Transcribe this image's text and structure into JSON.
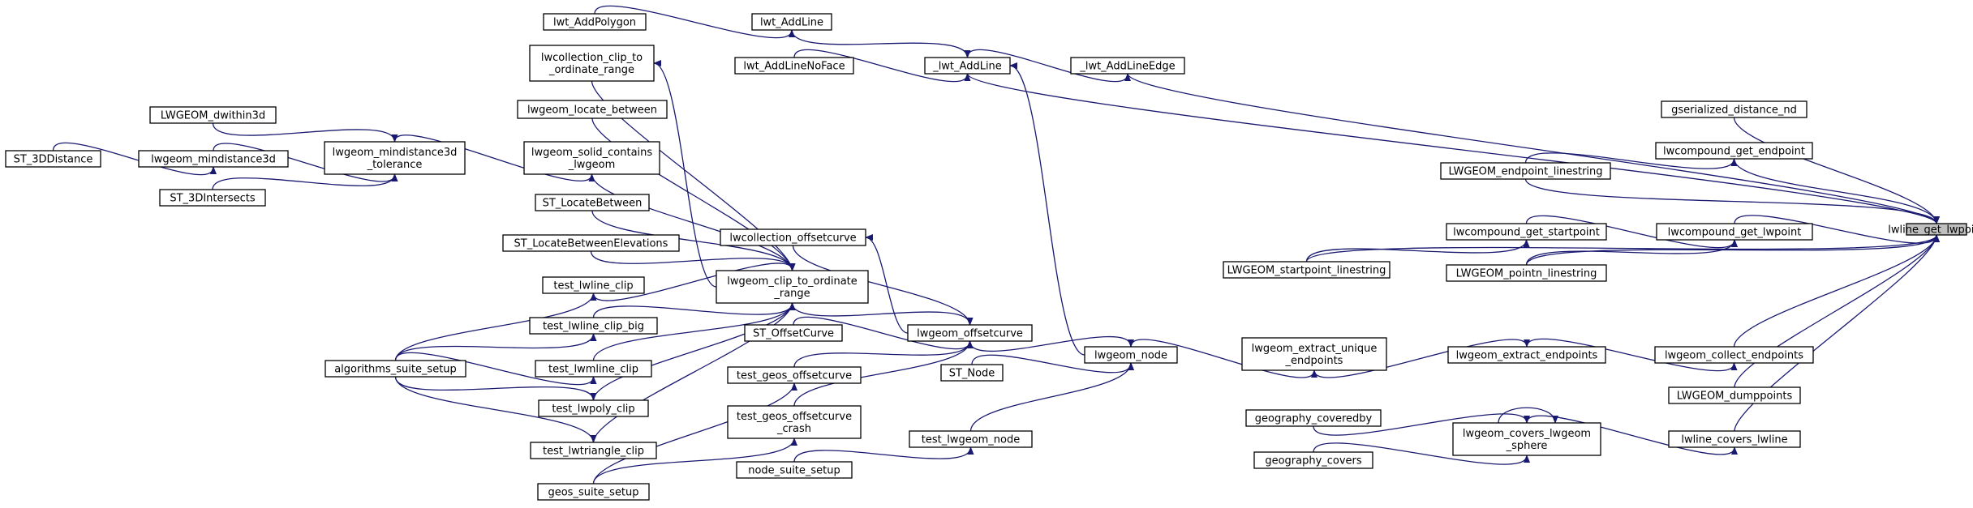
{
  "graph": {
    "title": "",
    "edge_color": "#191970",
    "node_border_color": "#000000",
    "target_fill": "#bfbfbf",
    "nodes": [
      {
        "id": "lwline_get_lwpoint",
        "lines": [
          "lwline_get_lwpoint"
        ],
        "target": true
      },
      {
        "id": "lwt_AddPolygon",
        "lines": [
          "lwt_AddPolygon"
        ]
      },
      {
        "id": "lwt_AddLine",
        "lines": [
          "lwt_AddLine"
        ]
      },
      {
        "id": "lwt_AddLineNoFace",
        "lines": [
          "lwt_AddLineNoFace"
        ]
      },
      {
        "id": "_lwt_AddLine",
        "lines": [
          "_lwt_AddLine"
        ]
      },
      {
        "id": "_lwt_AddLineEdge",
        "lines": [
          "_lwt_AddLineEdge"
        ]
      },
      {
        "id": "lwcollection_clip_to_ordinate_range",
        "lines": [
          "lwcollection_clip_to",
          "_ordinate_range"
        ]
      },
      {
        "id": "lwgeom_locate_between",
        "lines": [
          "lwgeom_locate_between"
        ]
      },
      {
        "id": "lwgeom_solid_contains_lwgeom",
        "lines": [
          "lwgeom_solid_contains",
          "_lwgeom"
        ]
      },
      {
        "id": "LWGEOM_dwithin3d",
        "lines": [
          "LWGEOM_dwithin3d"
        ]
      },
      {
        "id": "ST_3DDistance",
        "lines": [
          "ST_3DDistance"
        ]
      },
      {
        "id": "lwgeom_mindistance3d",
        "lines": [
          "lwgeom_mindistance3d"
        ]
      },
      {
        "id": "lwgeom_mindistance3d_tolerance",
        "lines": [
          "lwgeom_mindistance3d",
          "_tolerance"
        ]
      },
      {
        "id": "ST_3DIntersects",
        "lines": [
          "ST_3DIntersects"
        ]
      },
      {
        "id": "ST_LocateBetween",
        "lines": [
          "ST_LocateBetween"
        ]
      },
      {
        "id": "ST_LocateBetweenElevations",
        "lines": [
          "ST_LocateBetweenElevations"
        ]
      },
      {
        "id": "lwcollection_offsetcurve",
        "lines": [
          "lwcollection_offsetcurve"
        ]
      },
      {
        "id": "lwgeom_clip_to_ordinate_range",
        "lines": [
          "lwgeom_clip_to_ordinate",
          "_range"
        ]
      },
      {
        "id": "test_lwline_clip",
        "lines": [
          "test_lwline_clip"
        ]
      },
      {
        "id": "test_lwline_clip_big",
        "lines": [
          "test_lwline_clip_big"
        ]
      },
      {
        "id": "ST_OffsetCurve",
        "lines": [
          "ST_OffsetCurve"
        ]
      },
      {
        "id": "lwgeom_offsetcurve",
        "lines": [
          "lwgeom_offsetcurve"
        ]
      },
      {
        "id": "algorithms_suite_setup",
        "lines": [
          "algorithms_suite_setup"
        ]
      },
      {
        "id": "test_lwmline_clip",
        "lines": [
          "test_lwmline_clip"
        ]
      },
      {
        "id": "test_geos_offsetcurve",
        "lines": [
          "test_geos_offsetcurve"
        ]
      },
      {
        "id": "ST_Node",
        "lines": [
          "ST_Node"
        ]
      },
      {
        "id": "lwgeom_node",
        "lines": [
          "lwgeom_node"
        ]
      },
      {
        "id": "test_lwpoly_clip",
        "lines": [
          "test_lwpoly_clip"
        ]
      },
      {
        "id": "test_geos_offsetcurve_crash",
        "lines": [
          "test_geos_offsetcurve",
          "_crash"
        ]
      },
      {
        "id": "test_lwtriangle_clip",
        "lines": [
          "test_lwtriangle_clip"
        ]
      },
      {
        "id": "test_lwgeom_node",
        "lines": [
          "test_lwgeom_node"
        ]
      },
      {
        "id": "node_suite_setup",
        "lines": [
          "node_suite_setup"
        ]
      },
      {
        "id": "geos_suite_setup",
        "lines": [
          "geos_suite_setup"
        ]
      },
      {
        "id": "gserialized_distance_nd",
        "lines": [
          "gserialized_distance_nd"
        ]
      },
      {
        "id": "lwcompound_get_endpoint",
        "lines": [
          "lwcompound_get_endpoint"
        ]
      },
      {
        "id": "LWGEOM_endpoint_linestring",
        "lines": [
          "LWGEOM_endpoint_linestring"
        ]
      },
      {
        "id": "lwcompound_get_startpoint",
        "lines": [
          "lwcompound_get_startpoint"
        ]
      },
      {
        "id": "lwcompound_get_lwpoint",
        "lines": [
          "lwcompound_get_lwpoint"
        ]
      },
      {
        "id": "LWGEOM_startpoint_linestring",
        "lines": [
          "LWGEOM_startpoint_linestring"
        ]
      },
      {
        "id": "LWGEOM_pointn_linestring",
        "lines": [
          "LWGEOM_pointn_linestring"
        ]
      },
      {
        "id": "lwgeom_extract_unique_endpoints",
        "lines": [
          "lwgeom_extract_unique",
          "_endpoints"
        ]
      },
      {
        "id": "lwgeom_extract_endpoints",
        "lines": [
          "lwgeom_extract_endpoints"
        ]
      },
      {
        "id": "lwgeom_collect_endpoints",
        "lines": [
          "lwgeom_collect_endpoints"
        ]
      },
      {
        "id": "LWGEOM_dumppoints",
        "lines": [
          "LWGEOM_dumppoints"
        ]
      },
      {
        "id": "geography_coveredby",
        "lines": [
          "geography_coveredby"
        ]
      },
      {
        "id": "lwgeom_covers_lwgeom_sphere",
        "lines": [
          "lwgeom_covers_lwgeom",
          "_sphere"
        ]
      },
      {
        "id": "lwline_covers_lwline",
        "lines": [
          "lwline_covers_lwline"
        ]
      },
      {
        "id": "geography_covers",
        "lines": [
          "geography_covers"
        ]
      }
    ],
    "edges": [
      {
        "from": "lwt_AddPolygon",
        "to": "lwt_AddLine"
      },
      {
        "from": "lwt_AddLine",
        "to": "_lwt_AddLine"
      },
      {
        "from": "lwt_AddLineNoFace",
        "to": "_lwt_AddLine"
      },
      {
        "from": "_lwt_AddLine",
        "to": "_lwt_AddLineEdge"
      },
      {
        "from": "_lwt_AddLine",
        "to": "lwline_get_lwpoint"
      },
      {
        "from": "_lwt_AddLineEdge",
        "to": "lwline_get_lwpoint"
      },
      {
        "from": "lwgeom_node",
        "to": "_lwt_AddLine"
      },
      {
        "from": "LWGEOM_dwithin3d",
        "to": "lwgeom_mindistance3d_tolerance"
      },
      {
        "from": "ST_3DDistance",
        "to": "lwgeom_mindistance3d"
      },
      {
        "from": "lwgeom_mindistance3d",
        "to": "lwgeom_mindistance3d_tolerance"
      },
      {
        "from": "ST_3DIntersects",
        "to": "lwgeom_mindistance3d_tolerance"
      },
      {
        "from": "lwgeom_mindistance3d_tolerance",
        "to": "lwgeom_solid_contains_lwgeom"
      },
      {
        "from": "lwgeom_clip_to_ordinate_range",
        "to": "lwcollection_clip_to_ordinate_range"
      },
      {
        "from": "lwcollection_clip_to_ordinate_range",
        "to": "lwgeom_clip_to_ordinate_range"
      },
      {
        "from": "lwgeom_locate_between",
        "to": "lwgeom_clip_to_ordinate_range"
      },
      {
        "from": "lwgeom_solid_contains_lwgeom",
        "to": "lwgeom_clip_to_ordinate_range"
      },
      {
        "from": "ST_LocateBetween",
        "to": "lwgeom_clip_to_ordinate_range"
      },
      {
        "from": "ST_LocateBetweenElevations",
        "to": "lwgeom_clip_to_ordinate_range"
      },
      {
        "from": "test_lwline_clip",
        "to": "lwgeom_clip_to_ordinate_range"
      },
      {
        "from": "test_lwline_clip_big",
        "to": "lwgeom_clip_to_ordinate_range"
      },
      {
        "from": "test_lwmline_clip",
        "to": "lwgeom_clip_to_ordinate_range"
      },
      {
        "from": "test_lwpoly_clip",
        "to": "lwgeom_clip_to_ordinate_range"
      },
      {
        "from": "test_lwtriangle_clip",
        "to": "lwgeom_clip_to_ordinate_range"
      },
      {
        "from": "algorithms_suite_setup",
        "to": "test_lwline_clip"
      },
      {
        "from": "algorithms_suite_setup",
        "to": "test_lwline_clip_big"
      },
      {
        "from": "algorithms_suite_setup",
        "to": "test_lwmline_clip"
      },
      {
        "from": "algorithms_suite_setup",
        "to": "test_lwpoly_clip"
      },
      {
        "from": "algorithms_suite_setup",
        "to": "test_lwtriangle_clip"
      },
      {
        "from": "lwgeom_clip_to_ordinate_range",
        "to": "lwgeom_offsetcurve"
      },
      {
        "from": "lwgeom_offsetcurve",
        "to": "lwcollection_offsetcurve"
      },
      {
        "from": "lwcollection_offsetcurve",
        "to": "lwgeom_offsetcurve"
      },
      {
        "from": "ST_OffsetCurve",
        "to": "lwgeom_offsetcurve"
      },
      {
        "from": "test_geos_offsetcurve",
        "to": "lwgeom_offsetcurve"
      },
      {
        "from": "test_geos_offsetcurve_crash",
        "to": "lwgeom_offsetcurve"
      },
      {
        "from": "geos_suite_setup",
        "to": "test_geos_offsetcurve"
      },
      {
        "from": "geos_suite_setup",
        "to": "test_geos_offsetcurve_crash"
      },
      {
        "from": "lwgeom_offsetcurve",
        "to": "lwgeom_node"
      },
      {
        "from": "ST_Node",
        "to": "lwgeom_node"
      },
      {
        "from": "test_lwgeom_node",
        "to": "lwgeom_node"
      },
      {
        "from": "node_suite_setup",
        "to": "test_lwgeom_node"
      },
      {
        "from": "lwgeom_node",
        "to": "lwgeom_extract_unique_endpoints"
      },
      {
        "from": "lwgeom_extract_unique_endpoints",
        "to": "lwgeom_extract_endpoints"
      },
      {
        "from": "lwgeom_extract_endpoints",
        "to": "lwgeom_collect_endpoints"
      },
      {
        "from": "lwgeom_collect_endpoints",
        "to": "lwline_get_lwpoint"
      },
      {
        "from": "gserialized_distance_nd",
        "to": "lwline_get_lwpoint"
      },
      {
        "from": "LWGEOM_endpoint_linestring",
        "to": "lwcompound_get_endpoint"
      },
      {
        "from": "lwcompound_get_endpoint",
        "to": "lwline_get_lwpoint"
      },
      {
        "from": "LWGEOM_endpoint_linestring",
        "to": "lwline_get_lwpoint"
      },
      {
        "from": "LWGEOM_startpoint_linestring",
        "to": "lwcompound_get_startpoint"
      },
      {
        "from": "lwcompound_get_startpoint",
        "to": "lwcompound_get_lwpoint"
      },
      {
        "from": "LWGEOM_pointn_linestring",
        "to": "lwcompound_get_lwpoint"
      },
      {
        "from": "lwcompound_get_lwpoint",
        "to": "lwline_get_lwpoint"
      },
      {
        "from": "LWGEOM_startpoint_linestring",
        "to": "lwline_get_lwpoint"
      },
      {
        "from": "LWGEOM_pointn_linestring",
        "to": "lwline_get_lwpoint"
      },
      {
        "from": "LWGEOM_dumppoints",
        "to": "lwline_get_lwpoint"
      },
      {
        "from": "geography_coveredby",
        "to": "lwgeom_covers_lwgeom_sphere"
      },
      {
        "from": "geography_covers",
        "to": "lwgeom_covers_lwgeom_sphere"
      },
      {
        "from": "lwgeom_covers_lwgeom_sphere",
        "to": "lwgeom_covers_lwgeom_sphere"
      },
      {
        "from": "lwgeom_covers_lwgeom_sphere",
        "to": "lwline_covers_lwline"
      },
      {
        "from": "lwline_covers_lwline",
        "to": "lwline_get_lwpoint"
      }
    ]
  }
}
